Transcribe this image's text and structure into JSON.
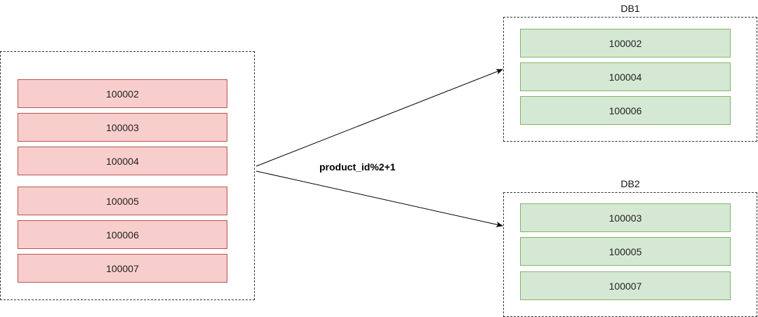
{
  "source_group": {
    "items": [
      "100002",
      "100003",
      "100004",
      "100005",
      "100006",
      "100007"
    ]
  },
  "routing_rule": "product_id%2+1",
  "db1": {
    "label": "DB1",
    "items": [
      "100002",
      "100004",
      "100006"
    ]
  },
  "db2": {
    "label": "DB2",
    "items": [
      "100003",
      "100005",
      "100007"
    ]
  },
  "colors": {
    "source_fill": "#f8cecc",
    "source_stroke": "#b85450",
    "target_fill": "#d5e8d4",
    "target_stroke": "#82b366"
  }
}
